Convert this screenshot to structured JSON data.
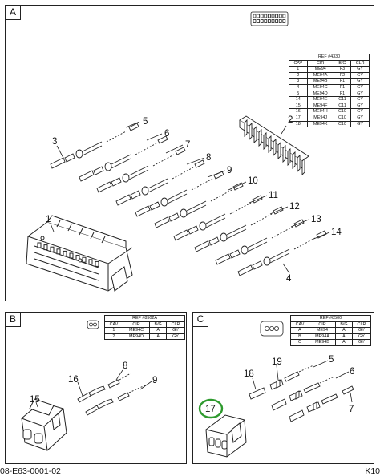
{
  "panels": {
    "a": {
      "tag": "A",
      "ref_table": {
        "title": "REF #4330",
        "headers": [
          "CAV",
          "CIR",
          "B/G",
          "CLR"
        ],
        "rows": [
          [
            "1",
            "ME94",
            "F3",
            "GY"
          ],
          [
            "2",
            "ME94A",
            "F2",
            "GY"
          ],
          [
            "3",
            "ME94B",
            "F1",
            "GY"
          ],
          [
            "4",
            "ME94C",
            "F1",
            "GY"
          ],
          [
            "5",
            "ME94D",
            "F1",
            "GY"
          ],
          [
            "14",
            "ME94E",
            "C11",
            "GY"
          ],
          [
            "15",
            "ME94F",
            "C11",
            "GY"
          ],
          [
            "16",
            "ME94H",
            "C10",
            "GY"
          ],
          [
            "17",
            "ME94J",
            "C10",
            "GY"
          ],
          [
            "18",
            "ME94K",
            "C10",
            "GY"
          ]
        ]
      },
      "callouts": [
        "1",
        "2",
        "3",
        "4",
        "5",
        "6",
        "7",
        "8",
        "9",
        "10",
        "11",
        "12",
        "13",
        "14"
      ]
    },
    "b": {
      "tag": "B",
      "ref_table": {
        "title": "REF #8502A",
        "headers": [
          "CAV",
          "CIR",
          "B/G",
          "CLR"
        ],
        "rows": [
          [
            "1",
            "ME94C",
            "A",
            "GY"
          ],
          [
            "2",
            "ME94D",
            "A",
            "GY"
          ]
        ]
      },
      "callouts": [
        "8",
        "9",
        "15",
        "16"
      ]
    },
    "c": {
      "tag": "C",
      "ref_table": {
        "title": "REF #8500",
        "headers": [
          "CAV",
          "CIR",
          "B/G",
          "CLR"
        ],
        "rows": [
          [
            "A",
            "ME94",
            "A",
            "GY"
          ],
          [
            "B",
            "ME94A",
            "A",
            "GY"
          ],
          [
            "C",
            "ME94B",
            "A",
            "GY"
          ]
        ]
      },
      "callouts": [
        "5",
        "6",
        "7",
        "17",
        "18",
        "19"
      ]
    }
  },
  "footer": {
    "left": "08-E63-0001-02",
    "right": "K10"
  },
  "highlight_color": "#2e9a2e"
}
